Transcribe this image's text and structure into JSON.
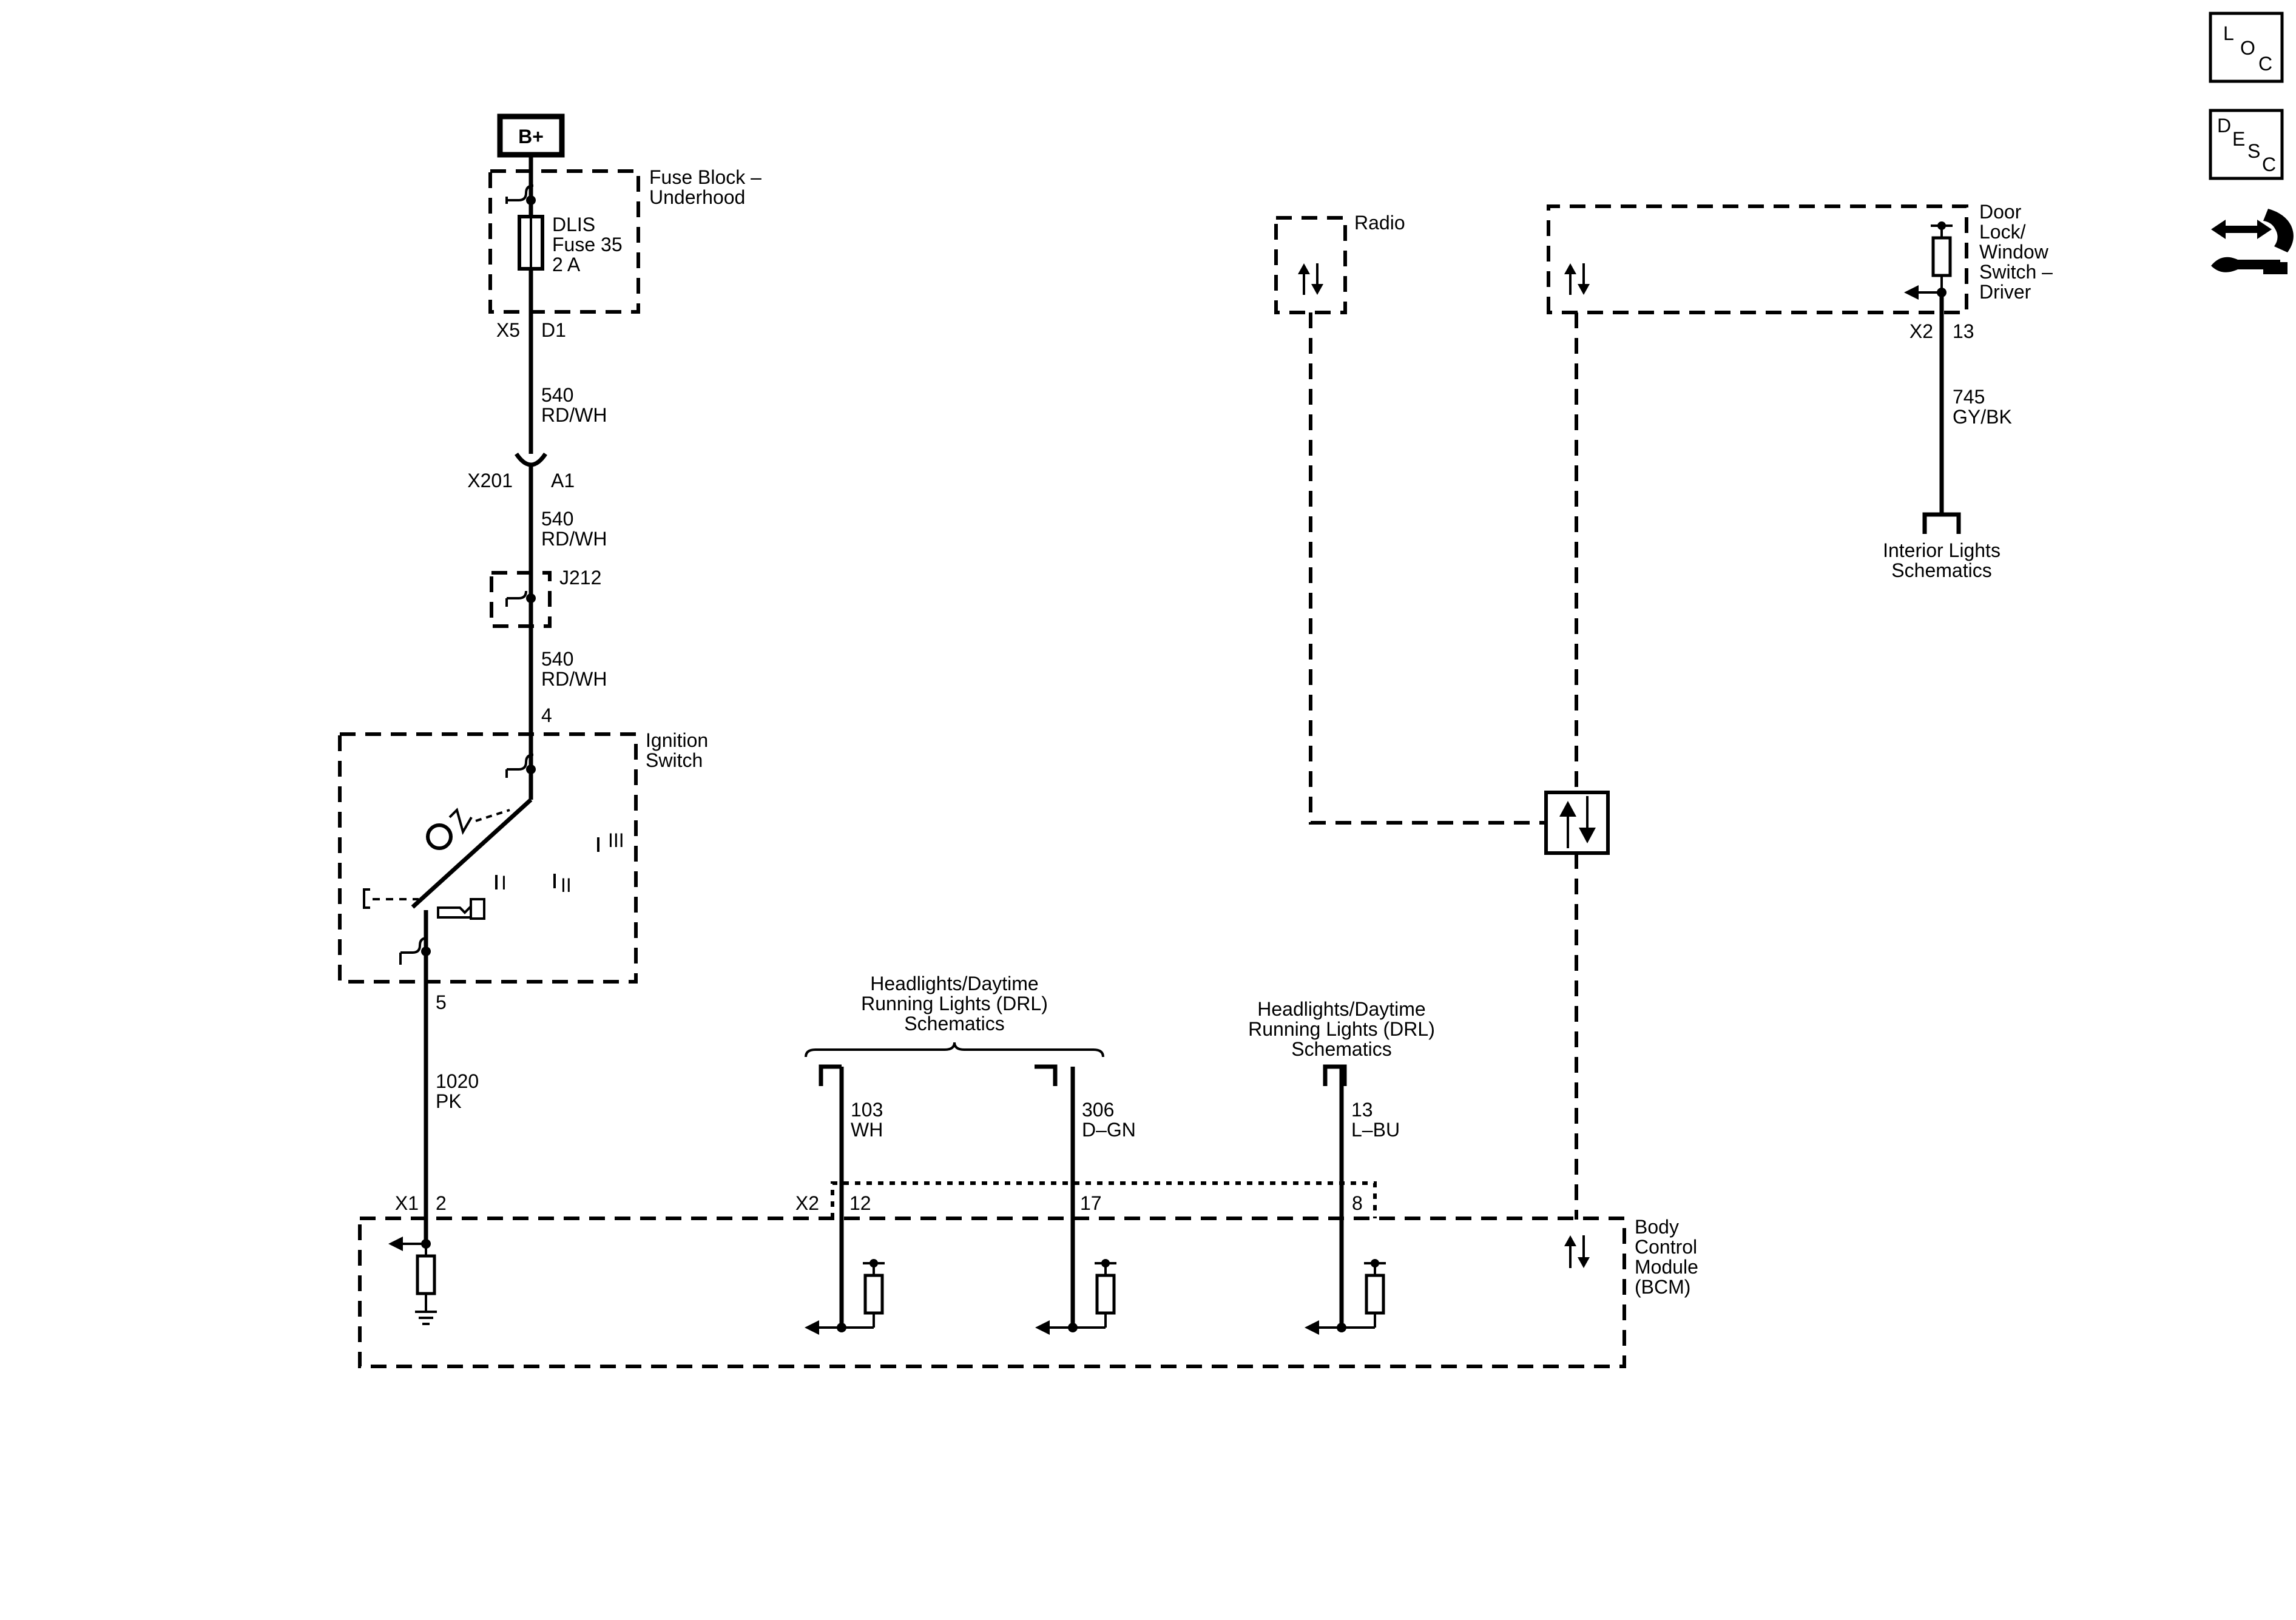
{
  "power": {
    "label": "B+"
  },
  "fuse_block": {
    "label_1": "Fuse Block –",
    "label_2": "Underhood",
    "fuse_1": "DLIS",
    "fuse_2": "Fuse 35",
    "fuse_3": "2 A",
    "conn": "X5",
    "pin": "D1"
  },
  "wire_540a": {
    "circuit": "540",
    "color": "RD/WH"
  },
  "inline_conn": {
    "name": "X201",
    "pin": "A1"
  },
  "wire_540b": {
    "circuit": "540",
    "color": "RD/WH"
  },
  "splice": {
    "name": "J212"
  },
  "wire_540c": {
    "circuit": "540",
    "color": "RD/WH"
  },
  "ignition": {
    "pin_in": "4",
    "label_1": "Ignition",
    "label_2": "Switch",
    "pos_1": "I",
    "pos_2": "II",
    "pos_3": "III",
    "pin_out": "5"
  },
  "wire_1020": {
    "circuit": "1020",
    "color": "PK"
  },
  "bcm": {
    "conn_x1": "X1",
    "pin_x1": "2",
    "conn_x2": "X2",
    "pin_12": "12",
    "pin_17": "17",
    "pin_8": "8",
    "label_1": "Body",
    "label_2": "Control",
    "label_3": "Module",
    "label_4": "(BCM)"
  },
  "drl_group": {
    "line_1": "Headlights/Daytime",
    "line_2": "Running Lights (DRL)",
    "line_3": "Schematics"
  },
  "wire_103": {
    "circuit": "103",
    "color": "WH"
  },
  "wire_306": {
    "circuit": "306",
    "color": "D–GN"
  },
  "drl_single": {
    "line_1": "Headlights/Daytime",
    "line_2": "Running Lights (DRL)",
    "line_3": "Schematics"
  },
  "wire_13": {
    "circuit": "13",
    "color": "L–BU"
  },
  "radio": {
    "label": "Radio"
  },
  "door_lock": {
    "line_1": "Door",
    "line_2": "Lock/",
    "line_3": "Window",
    "line_4": "Switch –",
    "line_5": "Driver",
    "conn": "X2",
    "pin": "13"
  },
  "wire_745": {
    "circuit": "745",
    "color": "GY/BK"
  },
  "interior": {
    "line_1": "Interior Lights",
    "line_2": "Schematics"
  },
  "nav": {
    "loc": {
      "l1": "L",
      "l2": "O",
      "l3": "C"
    },
    "desc": {
      "l1": "D",
      "l2": "E",
      "l3": "S",
      "l4": "C"
    },
    "service_icon": "connector-wrench-icon"
  }
}
